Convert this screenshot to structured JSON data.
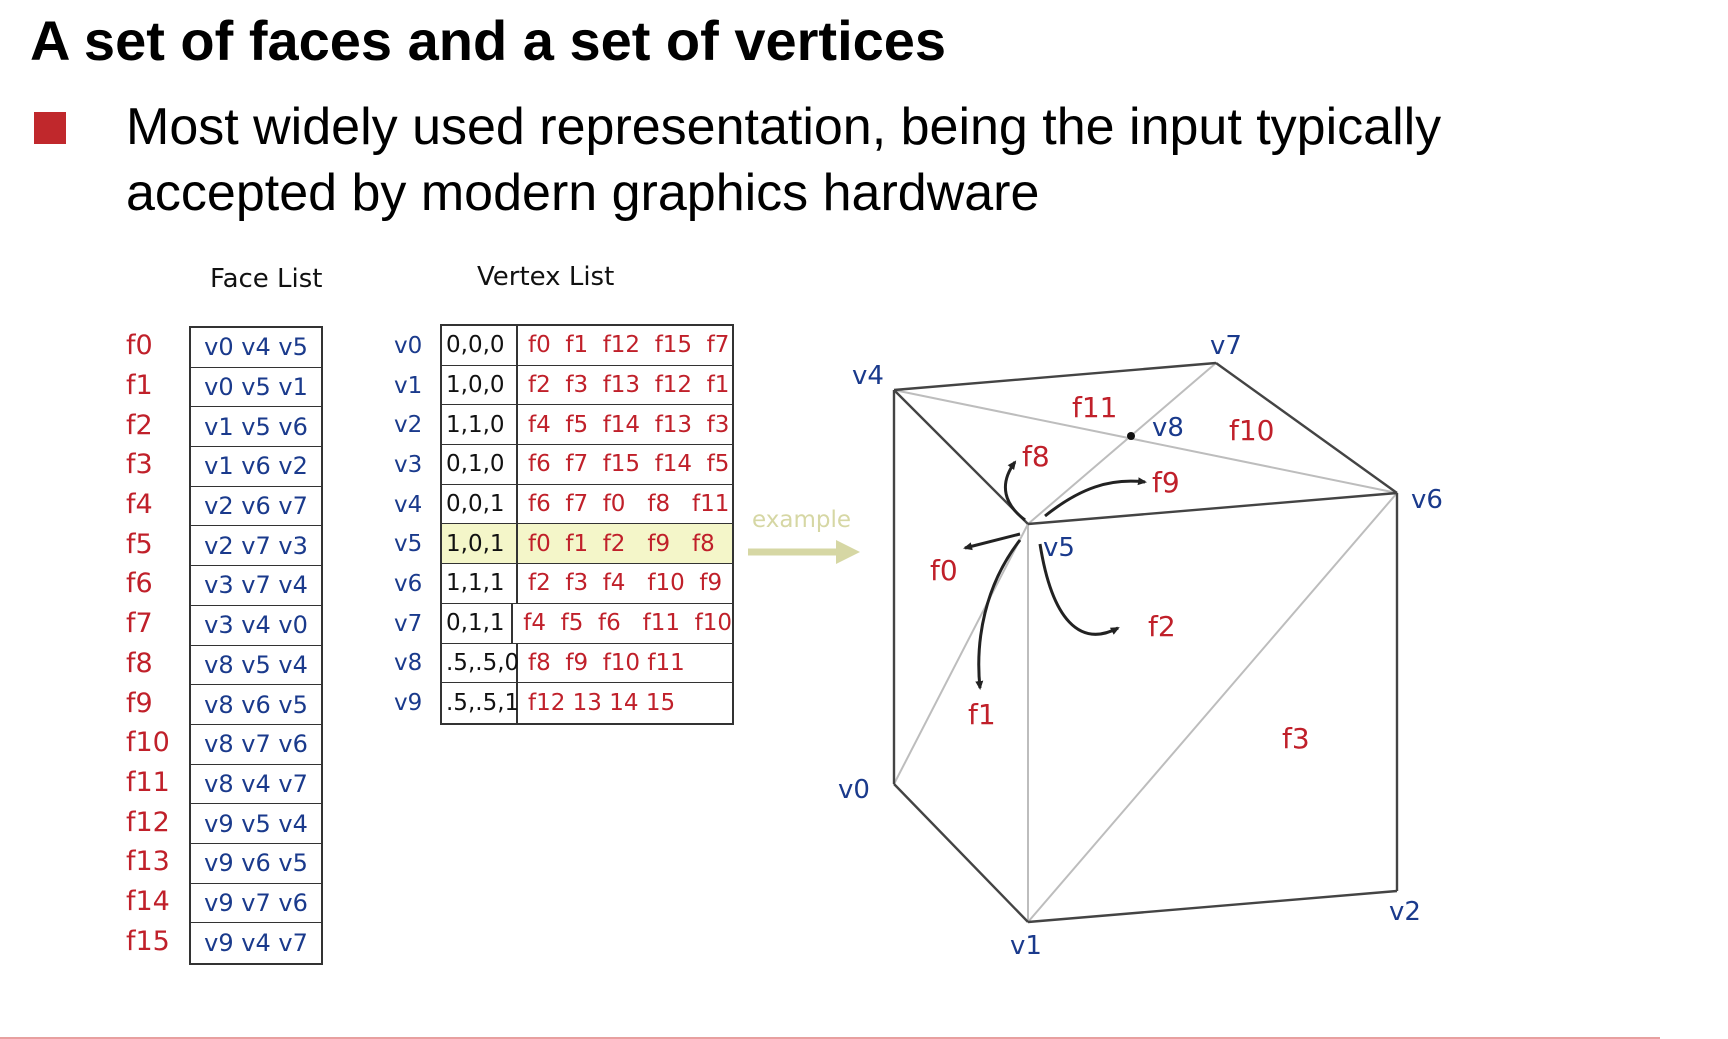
{
  "slide": {
    "title": "A set of faces and a set of vertices",
    "bullet": {
      "line1": "Most widely used representation, being the input typically",
      "line2": "accepted by modern graphics hardware"
    }
  },
  "colors": {
    "bullet": "#c0282c",
    "face_text": "#c0202a",
    "vertex_text": "#1a3a8c",
    "highlight": "#f4f6c9",
    "example_arrow": "#d6d7a4"
  },
  "face_list": {
    "title": "Face List",
    "rows": [
      {
        "face": "f0",
        "vertices": "v0 v4 v5"
      },
      {
        "face": "f1",
        "vertices": "v0 v5 v1"
      },
      {
        "face": "f2",
        "vertices": "v1 v5 v6"
      },
      {
        "face": "f3",
        "vertices": "v1 v6 v2"
      },
      {
        "face": "f4",
        "vertices": "v2 v6 v7"
      },
      {
        "face": "f5",
        "vertices": "v2 v7 v3"
      },
      {
        "face": "f6",
        "vertices": "v3 v7 v4"
      },
      {
        "face": "f7",
        "vertices": "v3 v4 v0"
      },
      {
        "face": "f8",
        "vertices": "v8 v5 v4"
      },
      {
        "face": "f9",
        "vertices": "v8 v6 v5"
      },
      {
        "face": "f10",
        "vertices": "v8 v7 v6"
      },
      {
        "face": "f11",
        "vertices": "v8 v4 v7"
      },
      {
        "face": "f12",
        "vertices": "v9 v5 v4"
      },
      {
        "face": "f13",
        "vertices": "v9 v6 v5"
      },
      {
        "face": "f14",
        "vertices": "v9 v7 v6"
      },
      {
        "face": "f15",
        "vertices": "v9 v4 v7"
      }
    ]
  },
  "vertex_list": {
    "title": "Vertex List",
    "rows": [
      {
        "vertex": "v0",
        "coords": "0,0,0",
        "faces": "f0  f1  f12  f15  f7"
      },
      {
        "vertex": "v1",
        "coords": "1,0,0",
        "faces": "f2  f3  f13  f12  f1"
      },
      {
        "vertex": "v2",
        "coords": "1,1,0",
        "faces": "f4  f5  f14  f13  f3"
      },
      {
        "vertex": "v3",
        "coords": "0,1,0",
        "faces": "f6  f7  f15  f14  f5"
      },
      {
        "vertex": "v4",
        "coords": "0,0,1",
        "faces": "f6  f7  f0   f8   f11"
      },
      {
        "vertex": "v5",
        "coords": "1,0,1",
        "faces": "f0  f1  f2   f9   f8",
        "highlighted": true
      },
      {
        "vertex": "v6",
        "coords": "1,1,1",
        "faces": "f2  f3  f4   f10  f9"
      },
      {
        "vertex": "v7",
        "coords": "0,1,1",
        "faces": "f4  f5  f6   f11  f10"
      },
      {
        "vertex": "v8",
        "coords": ".5,.5,0",
        "faces": "f8  f9  f10 f11"
      },
      {
        "vertex": "v9",
        "coords": ".5,.5,1",
        "faces": "f12 13 14 15"
      }
    ]
  },
  "example_label": "example",
  "cube": {
    "vertex_labels": {
      "v0": "v0",
      "v1": "v1",
      "v2": "v2",
      "v4": "v4",
      "v5": "v5",
      "v6": "v6",
      "v7": "v7",
      "v8": "v8"
    },
    "face_labels": {
      "f0": "f0",
      "f1": "f1",
      "f2": "f2",
      "f3": "f3",
      "f8": "f8",
      "f9": "f9",
      "f10": "f10",
      "f11": "f11"
    }
  }
}
